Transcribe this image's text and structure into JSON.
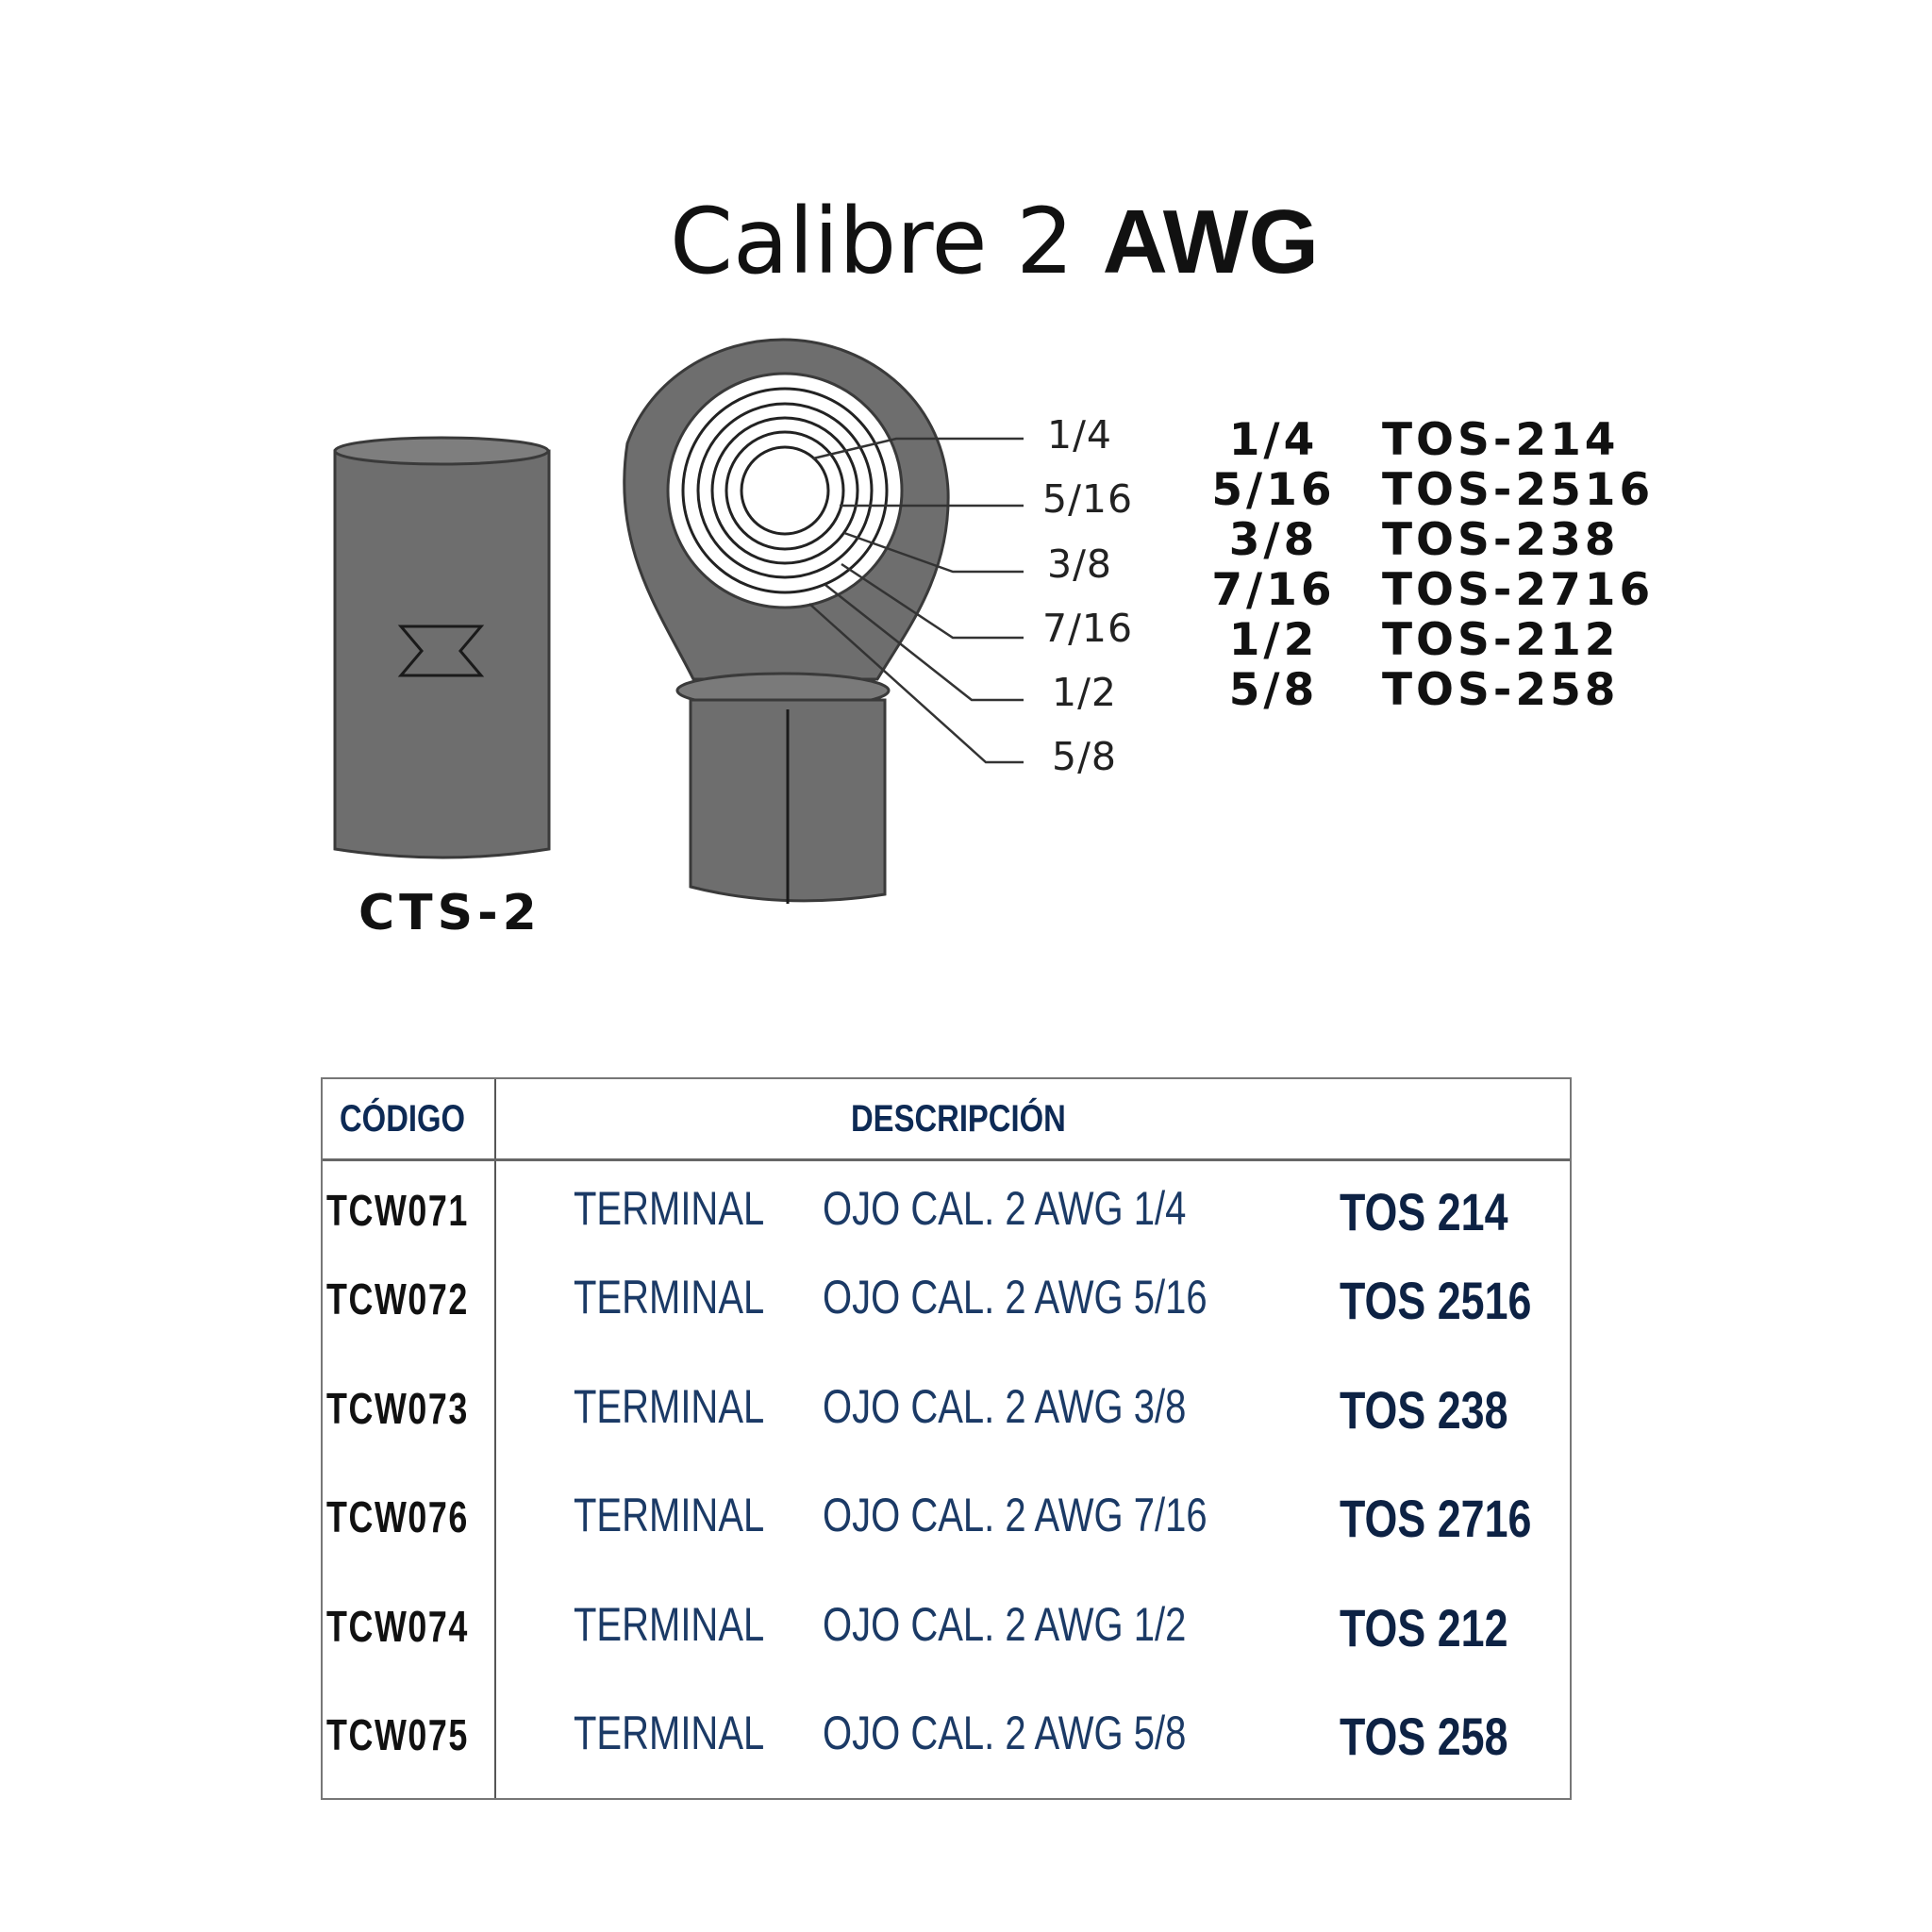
{
  "title": {
    "prefix": "Calibre 2",
    "bold": "AWG"
  },
  "sleeve": {
    "label": "CTS-2"
  },
  "ring_sizes": [
    "1/4",
    "5/16",
    "3/8",
    "7/16",
    "1/2",
    "5/8"
  ],
  "references": [
    {
      "size": "1/4",
      "code": "TOS-214"
    },
    {
      "size": "5/16",
      "code": "TOS-2516"
    },
    {
      "size": "3/8",
      "code": "TOS-238"
    },
    {
      "size": "7/16",
      "code": "TOS-2716"
    },
    {
      "size": "1/2",
      "code": "TOS-212"
    },
    {
      "size": "5/8",
      "code": "TOS-258"
    }
  ],
  "table": {
    "headers": {
      "code": "CÓDIGO",
      "description": "DESCRIPCIÓN"
    },
    "rows": [
      {
        "code": "TCW071",
        "term": "TERMINAL",
        "desc": "OJO CAL. 2 AWG 1/4",
        "ref": "TOS 214"
      },
      {
        "code": "TCW072",
        "term": "TERMINAL",
        "desc": "OJO CAL. 2 AWG 5/16",
        "ref": "TOS 2516"
      },
      {
        "code": "TCW073",
        "term": "TERMINAL",
        "desc": "OJO CAL. 2 AWG 3/8",
        "ref": "TOS 238"
      },
      {
        "code": "TCW076",
        "term": "TERMINAL",
        "desc": "OJO CAL. 2 AWG 7/16",
        "ref": "TOS 2716"
      },
      {
        "code": "TCW074",
        "term": "TERMINAL",
        "desc": "OJO CAL. 2 AWG 1/2",
        "ref": "TOS 212"
      },
      {
        "code": "TCW075",
        "term": "TERMINAL",
        "desc": "OJO CAL. 2 AWG 5/8",
        "ref": "TOS 258"
      }
    ]
  }
}
